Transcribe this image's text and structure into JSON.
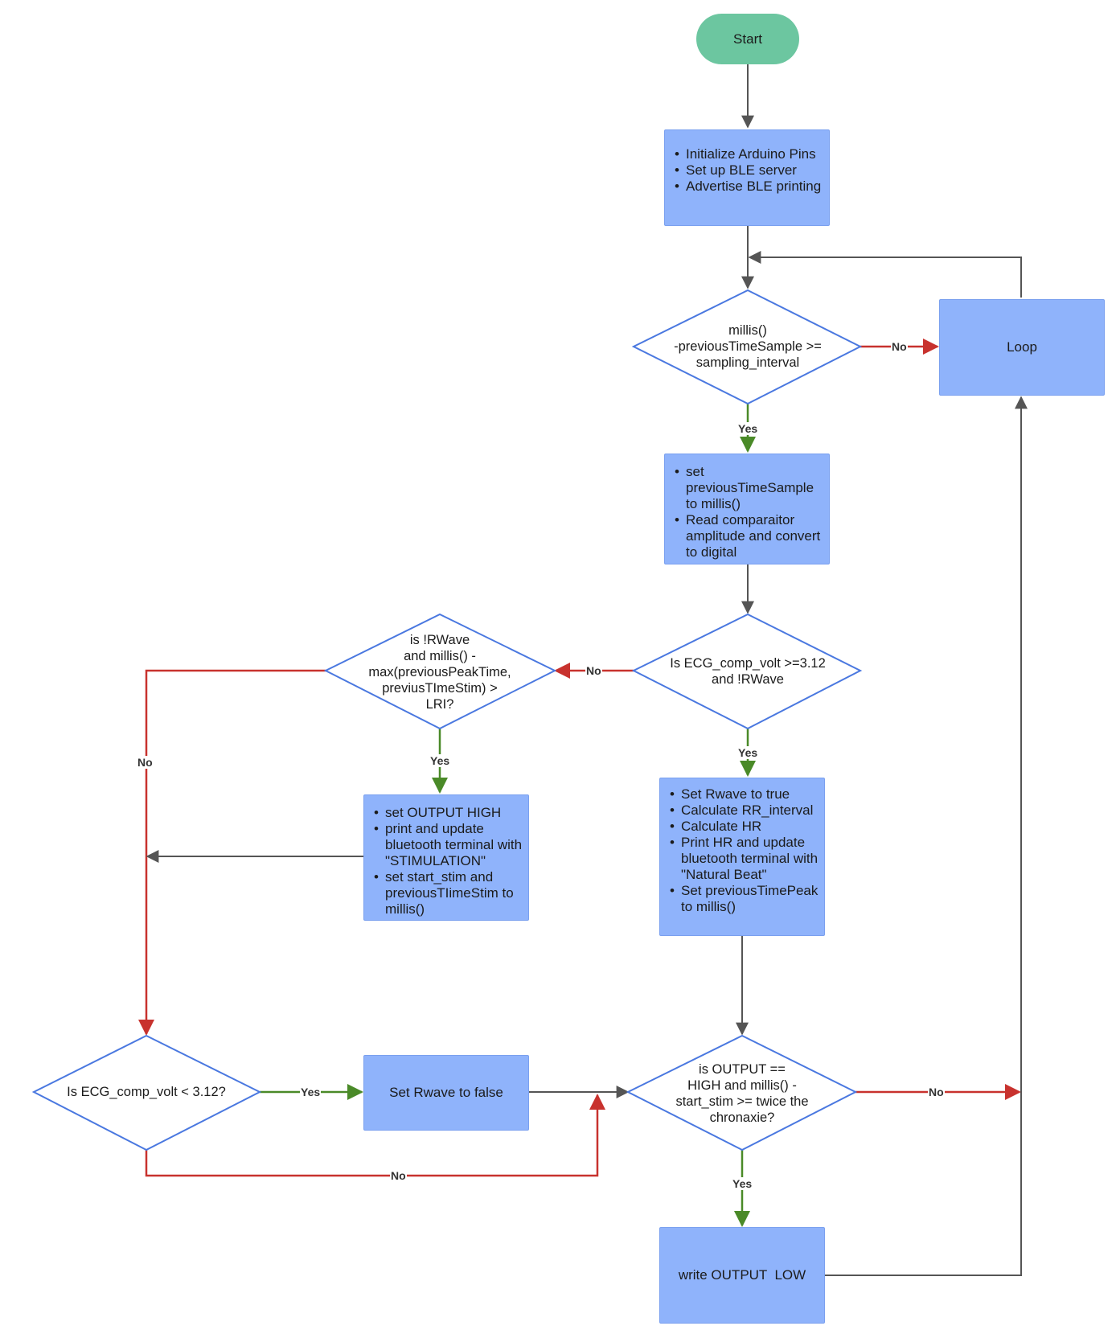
{
  "start": {
    "label": "Start"
  },
  "init": {
    "items": [
      "Initialize Arduino Pins",
      "Set up BLE server",
      "Advertise BLE printing"
    ]
  },
  "decision_sample": {
    "text": "millis()\n-previousTimeSample >=\nsampling_interval"
  },
  "loop": {
    "label": "Loop"
  },
  "sample": {
    "items": [
      "set previousTimeSample to millis()",
      "Read comparaitor amplitude and convert to digital"
    ]
  },
  "decision_ecg": {
    "text": "Is ECG_comp_volt >=3.12\nand !RWave"
  },
  "decision_lri": {
    "text": "is !RWave\nand millis() -\nmax(previousPeakTime,\npreviusTImeStim) >\nLRI?"
  },
  "stim": {
    "items": [
      "set OUTPUT HIGH",
      "print and update bluetooth terminal with \"STIMULATION\"",
      "set start_stim and previousTIimeStim to millis()"
    ]
  },
  "natural": {
    "items": [
      "Set Rwave to true",
      "Calculate RR_interval",
      "Calculate HR",
      "Print HR and update bluetooth terminal with \"Natural Beat\"",
      "Set previousTimePeak to millis()"
    ]
  },
  "decision_low": {
    "text": "Is ECG_comp_volt < 3.12?"
  },
  "set_false": {
    "label": "Set Rwave to false"
  },
  "decision_output": {
    "text": "is OUTPUT ==\nHIGH and millis() -\nstart_stim  >= twice the\nchronaxie?"
  },
  "write_low": {
    "label": "write OUTPUT  LOW"
  },
  "edge_labels": {
    "yes": "Yes",
    "no": "No"
  },
  "colors": {
    "box_fill": "#8fb3fb",
    "start_fill": "#6cc6a0",
    "diamond_stroke": "#4a78e0",
    "yes_line": "#4a8a28",
    "no_line": "#c8322e",
    "default_line": "#555555"
  }
}
